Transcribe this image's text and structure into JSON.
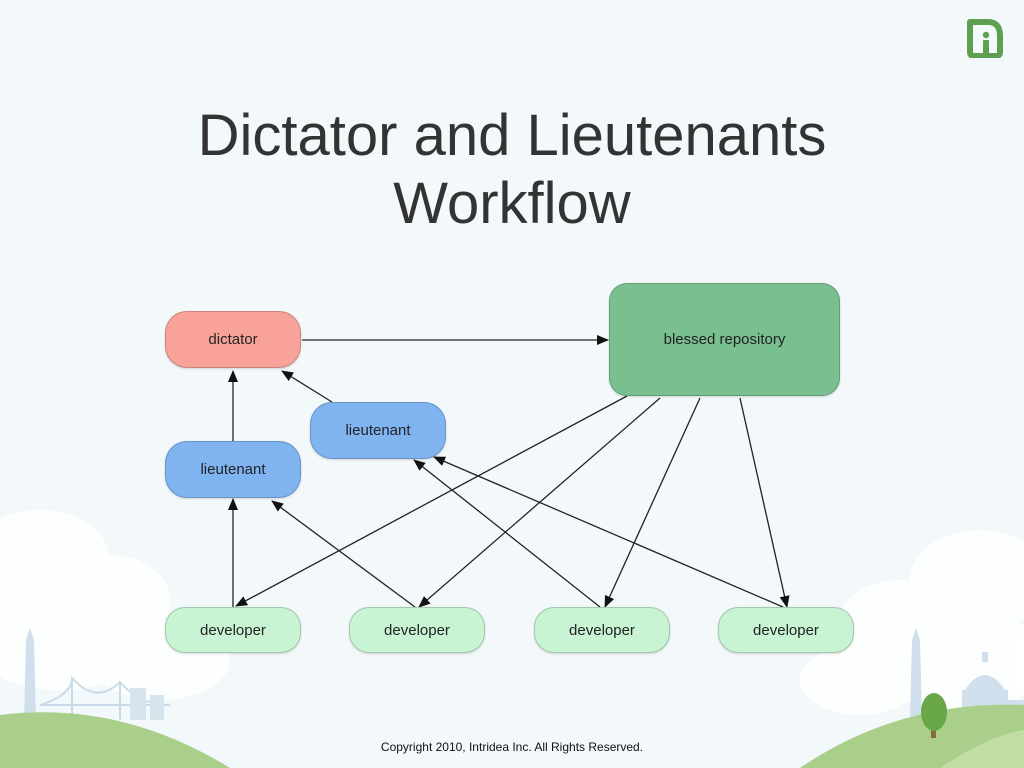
{
  "slide": {
    "title_line1": "Dictator and Lieutenants",
    "title_line2": "Workflow",
    "footer": "Copyright 2010, Intridea Inc.  All Rights Reserved."
  },
  "nodes": {
    "dictator": "dictator",
    "blessed_repository": "blessed repository",
    "lieutenant_1": "lieutenant",
    "lieutenant_2": "lieutenant",
    "developer_1": "developer",
    "developer_2": "developer",
    "developer_3": "developer",
    "developer_4": "developer"
  },
  "colors": {
    "dictator": "#f9a29a",
    "blessed_repository": "#7abf90",
    "lieutenant": "#7fb4f1",
    "developer": "#c9f4d3",
    "title": "#333333",
    "logo": "#5ea04f"
  },
  "icons": [
    "intridea-logo-icon",
    "golden-gate-bridge-icon",
    "washington-monument-icon",
    "capitol-icon",
    "tree-icon"
  ]
}
